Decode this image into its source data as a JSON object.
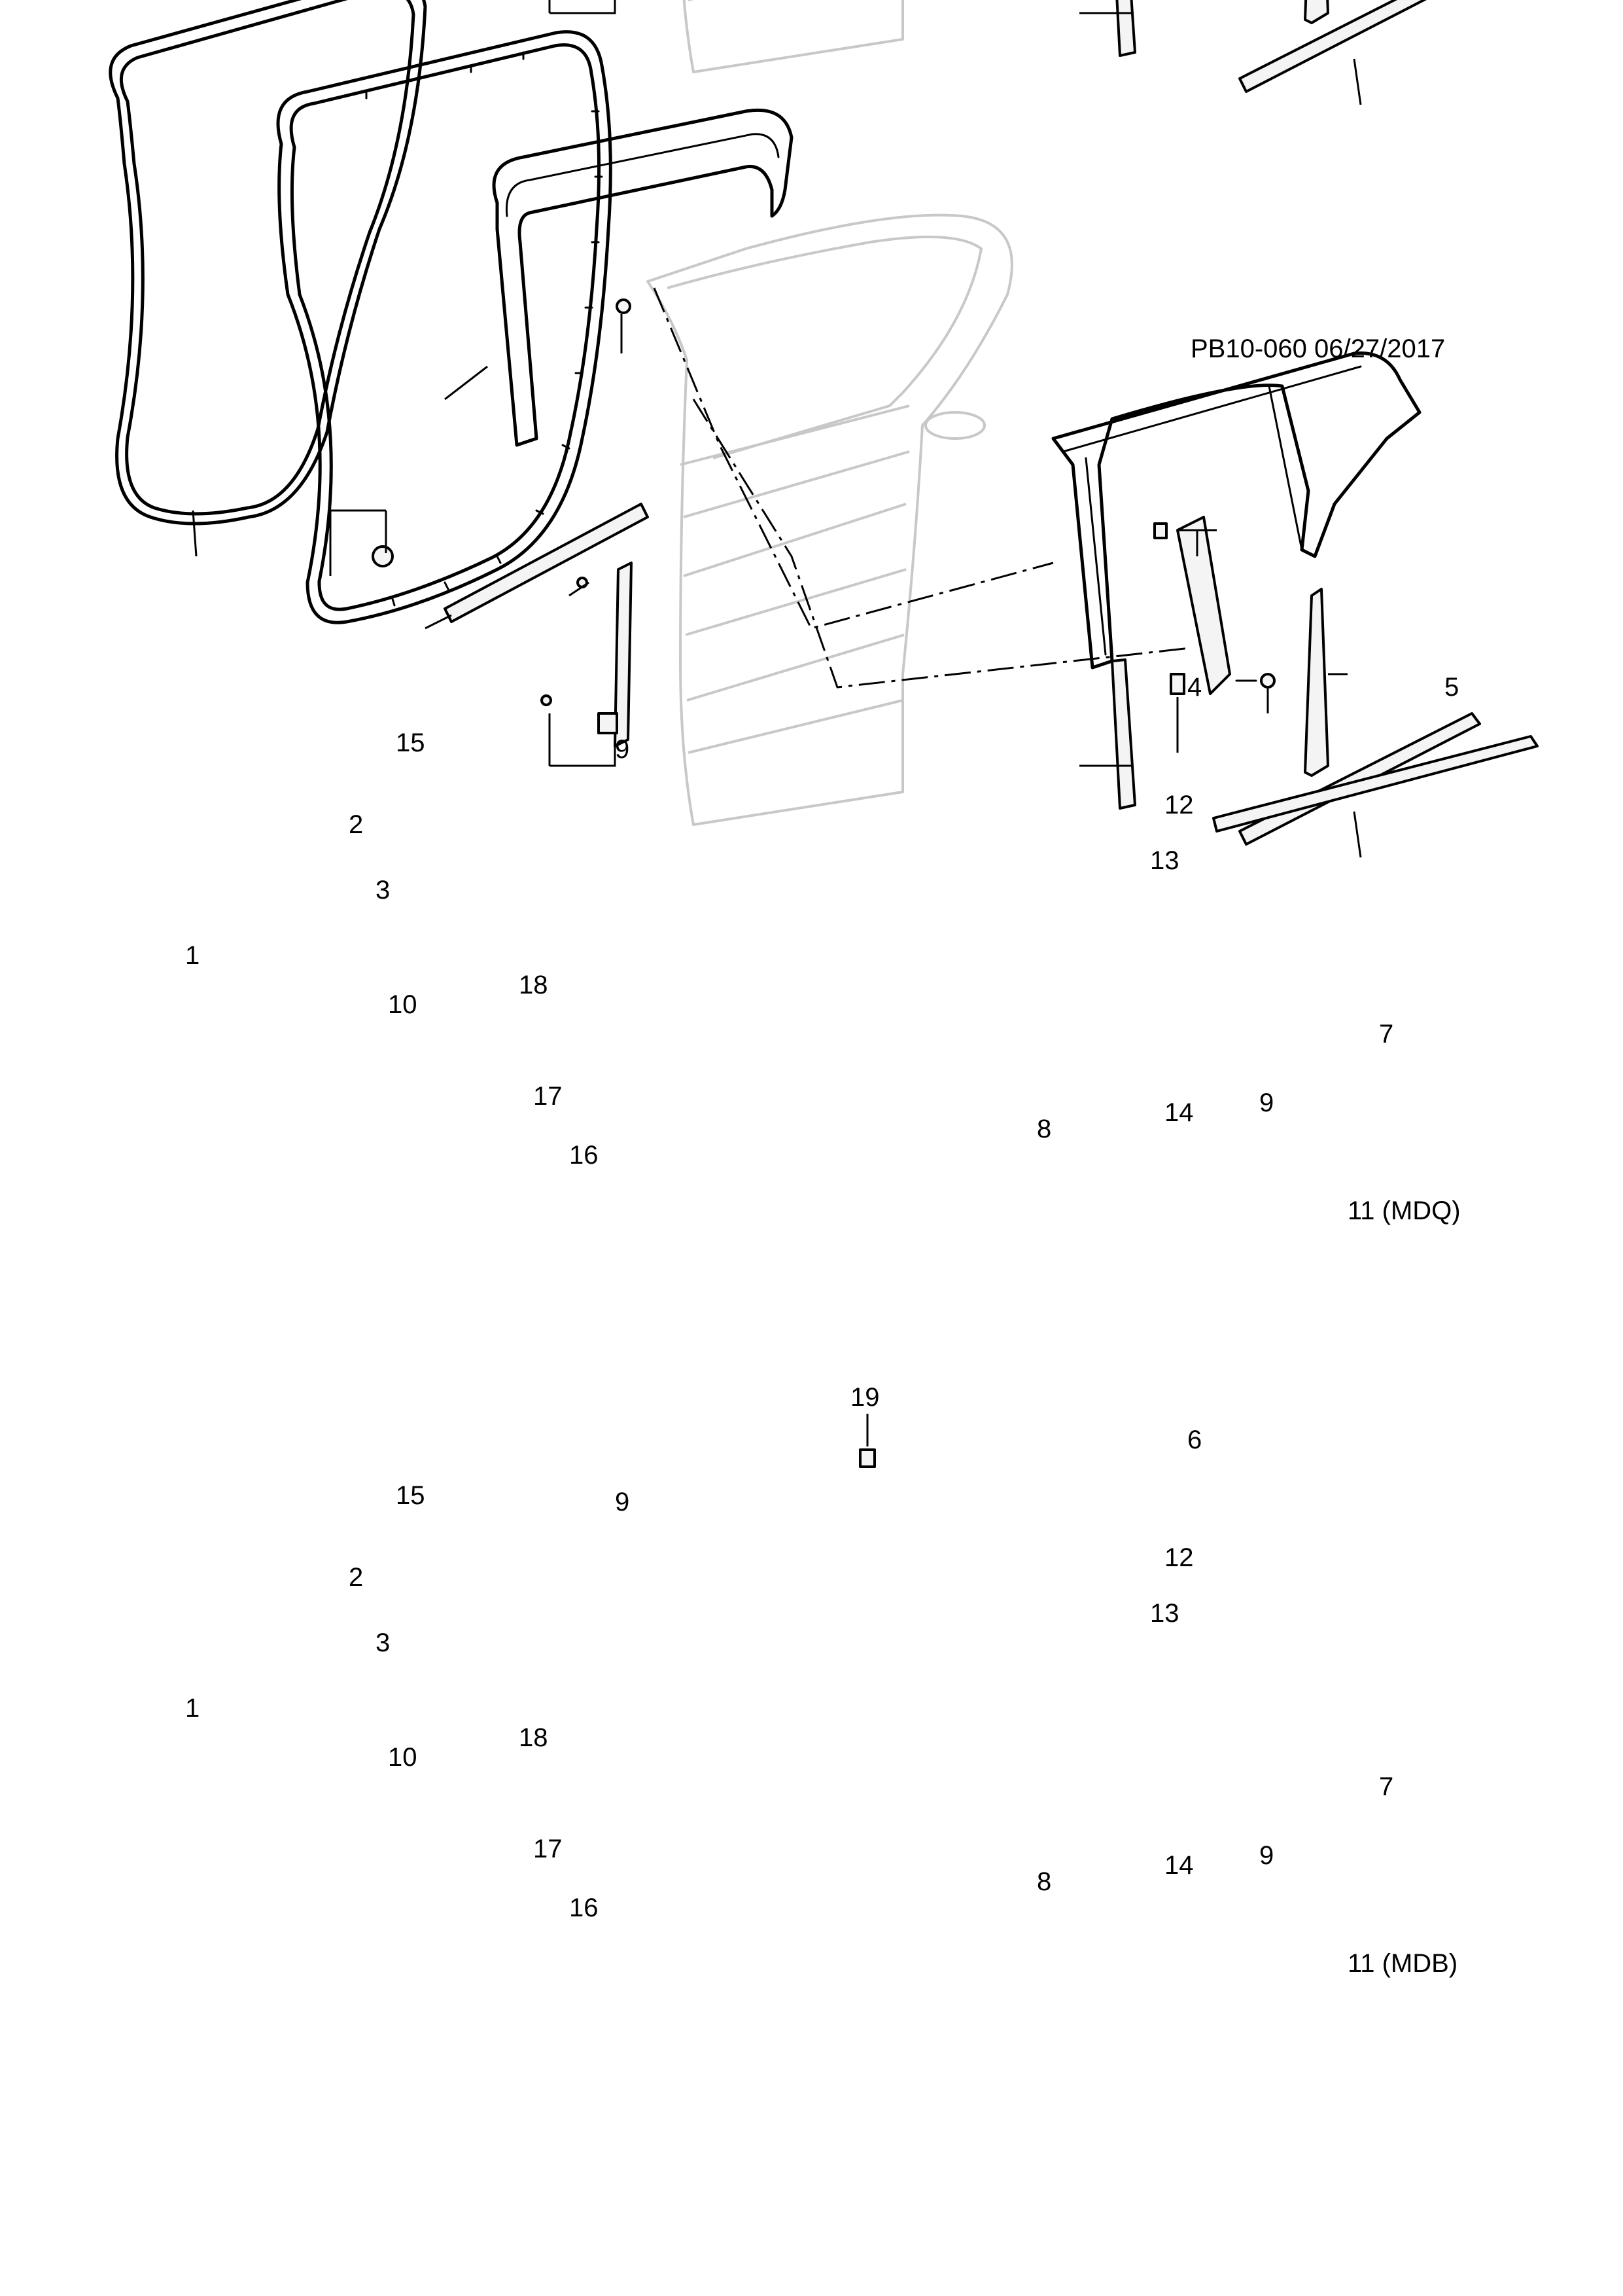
{
  "diagram_code": "PB10-060 06/27/2017",
  "top": {
    "labels": {
      "l1": "1",
      "l2": "2",
      "l3": "3",
      "l4": "4",
      "l5": "5",
      "l7": "7",
      "l8": "8",
      "l9a": "9",
      "l9b": "9",
      "l10": "10",
      "l11": "11 (MDQ)",
      "l12": "12",
      "l13": "13",
      "l14": "14",
      "l15": "15",
      "l16": "16",
      "l17": "17",
      "l18": "18"
    }
  },
  "bottom": {
    "labels": {
      "l1": "1",
      "l2": "2",
      "l3": "3",
      "l6": "6",
      "l7": "7",
      "l8": "8",
      "l9a": "9",
      "l9b": "9",
      "l10": "10",
      "l11": "11 (MDB)",
      "l12": "12",
      "l13": "13",
      "l14": "14",
      "l15": "15",
      "l16": "16",
      "l17": "17",
      "l18": "18",
      "l19": "19"
    }
  }
}
